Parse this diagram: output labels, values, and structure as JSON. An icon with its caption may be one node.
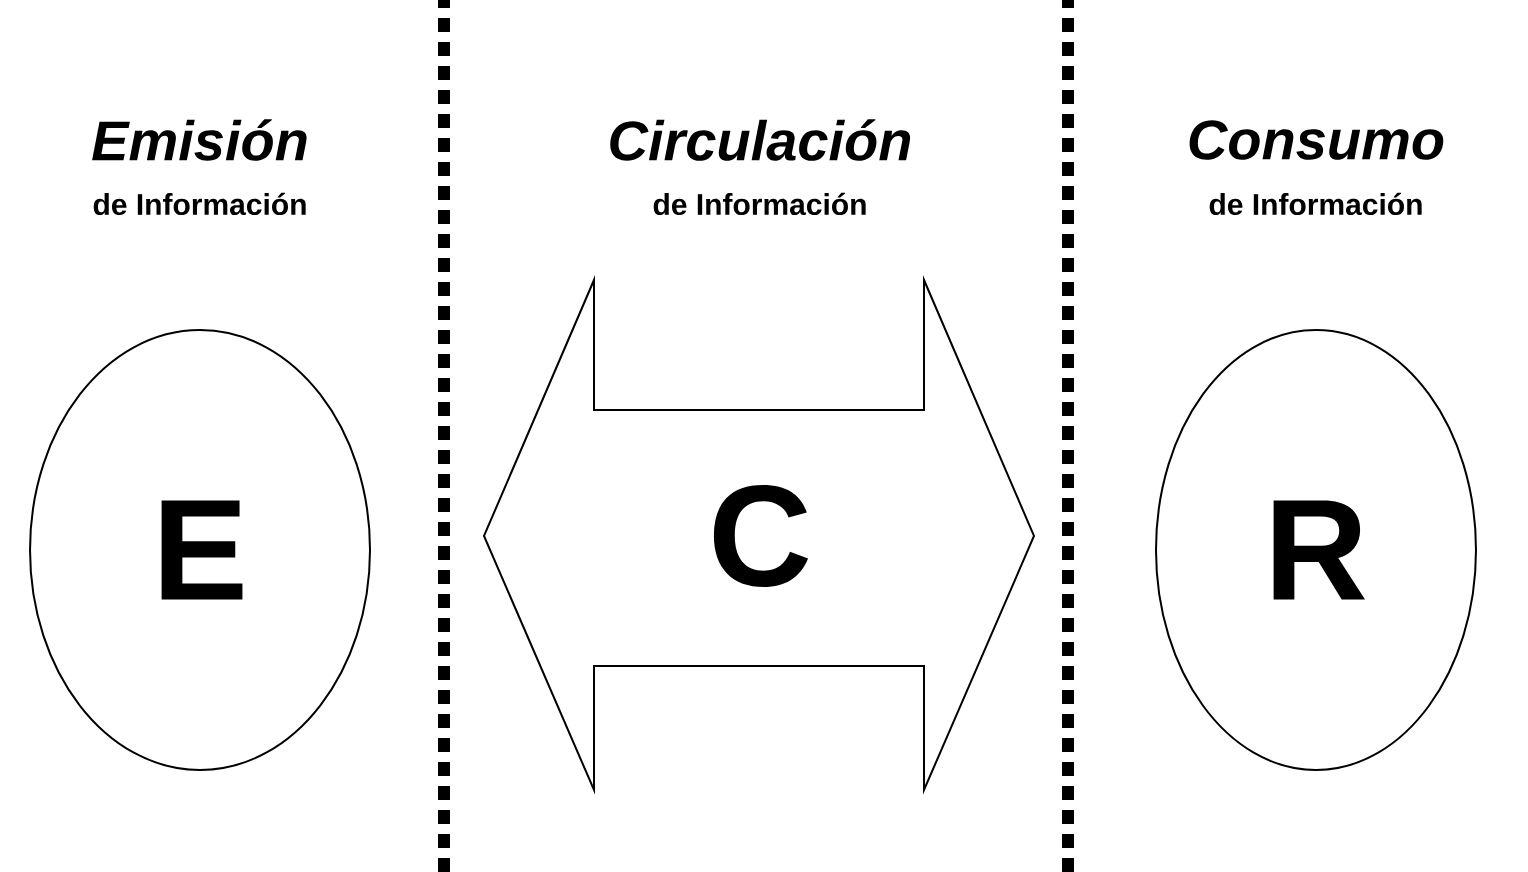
{
  "diagram": {
    "nodes": [
      {
        "text": [
          "Emisión",
          "de Información",
          "E"
        ]
      },
      {
        "text": [
          "Circulación",
          "de Información",
          "C"
        ]
      },
      {
        "text": [
          "Consumo",
          "de Información",
          "R"
        ]
      }
    ]
  }
}
